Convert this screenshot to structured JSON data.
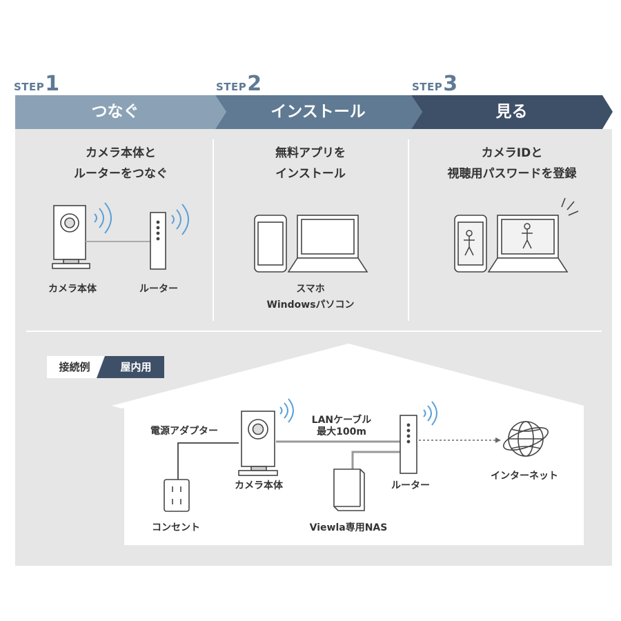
{
  "steps": [
    {
      "word": "STEP",
      "number": "1",
      "title": "つなぐ",
      "desc_line1": "カメラ本体と",
      "desc_line2": "ルーターをつなぐ"
    },
    {
      "word": "STEP",
      "number": "2",
      "title": "インストール",
      "desc_line1": "無料アプリを",
      "desc_line2": "インストール"
    },
    {
      "word": "STEP",
      "number": "3",
      "title": "見る",
      "desc_line1": "カメラIDと",
      "desc_line2": "視聴用パスワードを登録"
    }
  ],
  "step1_labels": {
    "camera": "カメラ本体",
    "router": "ルーター"
  },
  "step2_labels": {
    "line1": "スマホ",
    "line2": "Windowsパソコン"
  },
  "example": {
    "tag_left": "接続例",
    "tag_right": "屋内用",
    "adapter": "電源アダプター",
    "cable_line1": "LANケーブル",
    "cable_line2": "最大100m",
    "camera": "カメラ本体",
    "router": "ルーター",
    "outlet": "コンセント",
    "nas": "Viewla専用NAS",
    "internet": "インターネット"
  },
  "colors": {
    "step1": "#8ba2b6",
    "step2": "#5f7a92",
    "step3": "#3e5068",
    "panel": "#e6e6e6",
    "label": "#5e7a95"
  }
}
